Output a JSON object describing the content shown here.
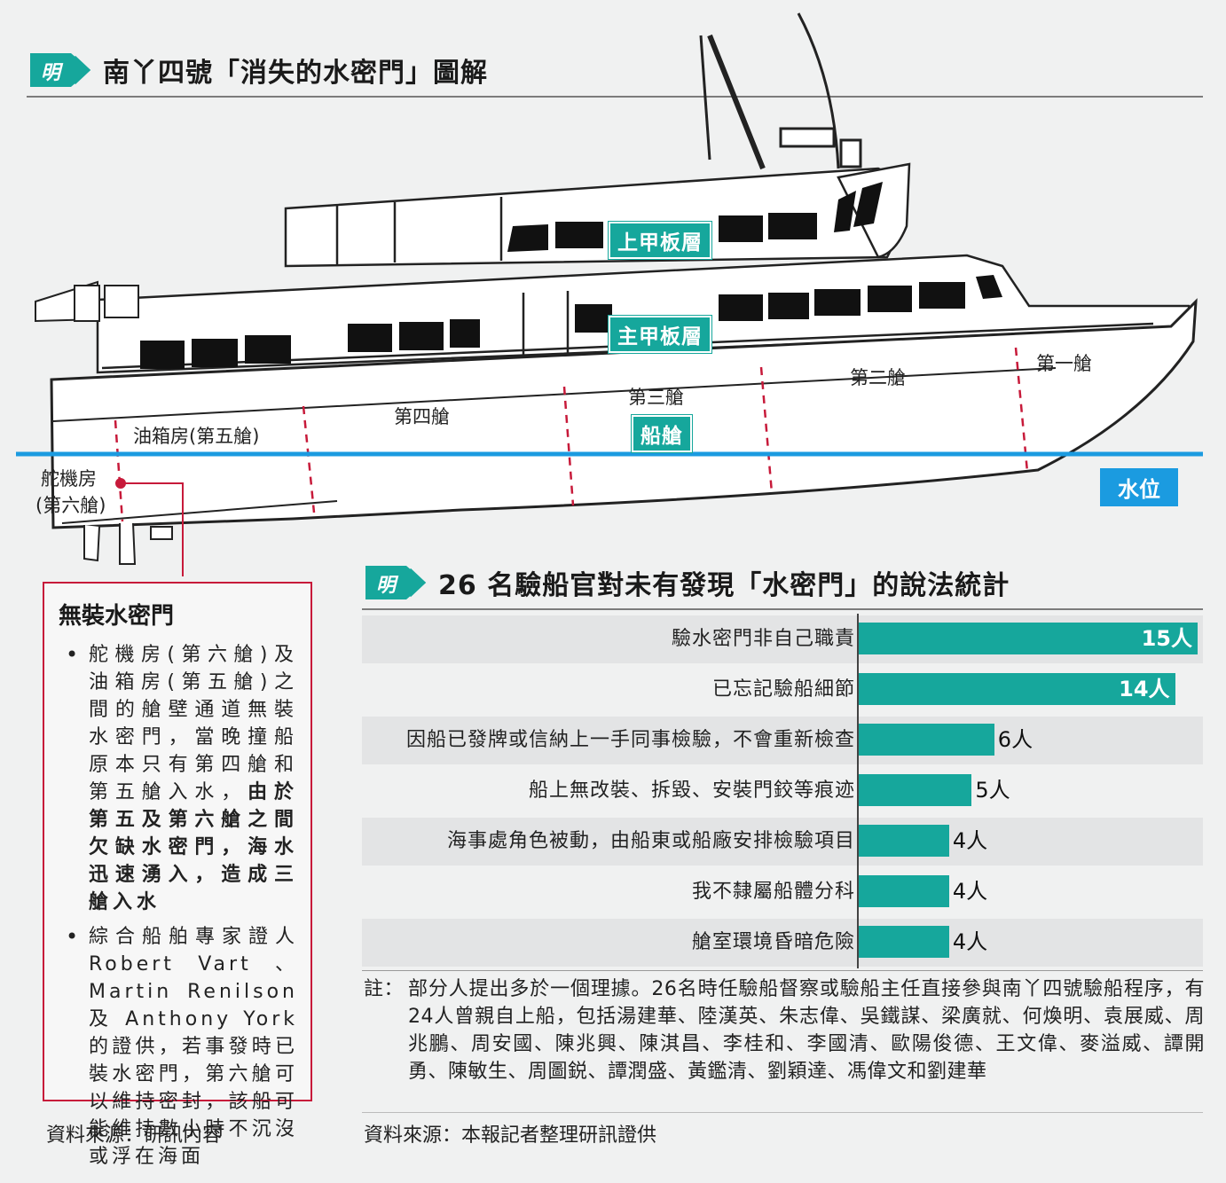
{
  "title_top": "南丫四號「消失的水密門」圖解",
  "title_chart": "26 名驗船官對未有發現「水密門」的說法統計",
  "logo_char": "明",
  "deck_labels": {
    "upper": "上甲板層",
    "main": "主甲板層",
    "hold": "船艙",
    "water": "水位"
  },
  "compartments": {
    "c1": "第一艙",
    "c2": "第二艙",
    "c3": "第三艙",
    "c4": "第四艙",
    "c5": "油箱房(第五艙)",
    "c6a": "舵機房",
    "c6b": "(第六艙)"
  },
  "note_box": {
    "heading": "無裝水密門",
    "item1_a": "舵機房(第六艙)及油箱房(第五艙)之間的艙壁通道無裝水密門，當晚撞船原本只有第四艙和第五艙入水，",
    "item1_b": "由於第五及第六艙之間欠缺水密門，海水迅速湧入，造成三艙入水",
    "item2": "綜合船舶專家證人 Robert Vart 、 Martin Renilson 及 Anthony York 的證供，若事發時已裝水密門，第六艙可以維持密封，該船可能維持數小時不沉沒或浮在海面"
  },
  "chart_data": {
    "type": "bar",
    "orientation": "horizontal",
    "title": "26 名驗船官對未有發現「水密門」的說法統計",
    "categories": [
      "驗水密門非自己職責",
      "已忘記驗船細節",
      "因船已發牌或信納上一手同事檢驗，不會重新檢查",
      "船上無改裝、拆毀、安裝門鉸等痕迹",
      "海事處角色被動，由船東或船廠安排檢驗項目",
      "我不隸屬船體分科",
      "艙室環境昏暗危險"
    ],
    "values": [
      15,
      14,
      6,
      5,
      4,
      4,
      4
    ],
    "value_labels": [
      "15人",
      "14人",
      "6人",
      "5人",
      "4人",
      "4人",
      "4人"
    ],
    "xlim": [
      0,
      15
    ],
    "bar_color": "#16a79c",
    "grid": false
  },
  "footnote_label": "註：",
  "footnote": "部分人提出多於一個理據。26名時任驗船督察或驗船主任直接參與南丫四號驗船程序，有24人曾親自上船，包括湯建華、陸漢英、朱志偉、吳鐵謀、梁廣就、何煥明、袁展威、周兆鵬、周安國、陳兆興、陳淇昌、李桂和、李國清、歐陽俊德、王文偉、麥溢威、譚開勇、陳敏生、周圖鋭、譚潤盛、黃鑑清、劉穎達、馮偉文和劉建華",
  "source_left": "資料來源：研訊內容",
  "source_right": "資料來源：本報記者整理研訊證供",
  "colors": {
    "teal": "#16a79c",
    "water": "#1b9be0",
    "red": "#c71a3a"
  }
}
